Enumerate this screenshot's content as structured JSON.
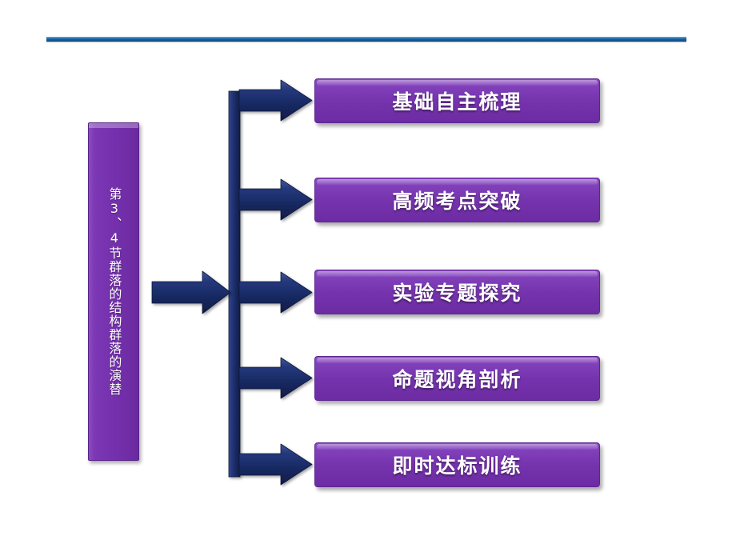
{
  "slide": {
    "background_color": "#ffffff",
    "accent_rule_color": "#1362a4",
    "node_purple": "#7432ac",
    "arrow_navy": "#1f3472"
  },
  "title_block": {
    "text": "第3、4节群落的结构群落的演替",
    "orientation": "vertical",
    "color": "#7432ac"
  },
  "nodes": [
    {
      "label": "基础自主梳理"
    },
    {
      "label": "高频考点突破"
    },
    {
      "label": "实验专题探究"
    },
    {
      "label": "命题视角剖析"
    },
    {
      "label": "即时达标训练"
    }
  ],
  "connectors": {
    "trunk_label": "vertical-trunk",
    "main_arrow_label": "main-arrow",
    "branch_count": 5
  }
}
